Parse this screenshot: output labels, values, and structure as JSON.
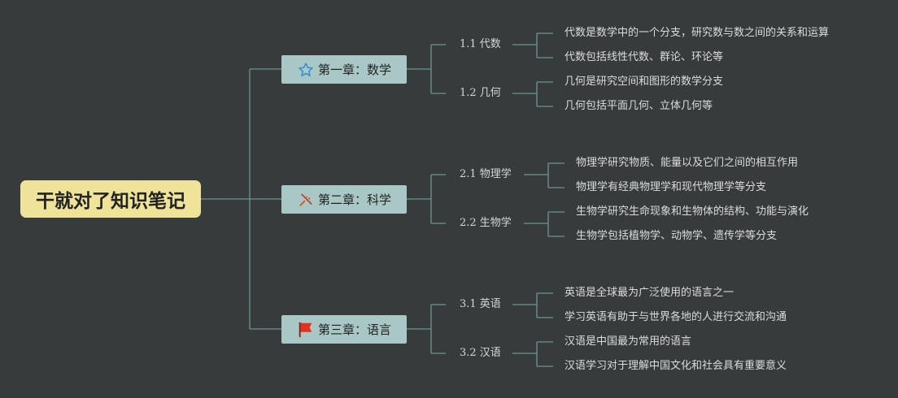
{
  "root": {
    "title": "干就对了知识笔记"
  },
  "chapters": [
    {
      "icon": "star-icon",
      "label": "第一章：数学",
      "sections": [
        {
          "label": "1.1 代数",
          "items": [
            "代数是数学中的一个分支，研究数与数之间的关系和运算",
            "代数包括线性代数、群论、环论等"
          ]
        },
        {
          "label": "1.2 几何",
          "items": [
            "几何是研究空间和图形的数学分支",
            "几何包括平面几何、立体几何等"
          ]
        }
      ]
    },
    {
      "icon": "science-tools-icon",
      "label": "第二章：科学",
      "sections": [
        {
          "label": "2.1 物理学",
          "items": [
            "物理学研究物质、能量以及它们之间的相互作用",
            "物理学有经典物理学和现代物理学等分支"
          ]
        },
        {
          "label": "2.2 生物学",
          "items": [
            "生物学研究生命现象和生物体的结构、功能与演化",
            "生物学包括植物学、动物学、遗传学等分支"
          ]
        }
      ]
    },
    {
      "icon": "red-flag-icon",
      "label": "第三章：语言",
      "sections": [
        {
          "label": "3.1 英语",
          "items": [
            "英语是全球最为广泛使用的语言之一",
            "学习英语有助于与世界各地的人进行交流和沟通"
          ]
        },
        {
          "label": "3.2 汉语",
          "items": [
            "汉语是中国最为常用的语言",
            "汉语学习对于理解中国文化和社会具有重要意义"
          ]
        }
      ]
    }
  ]
}
